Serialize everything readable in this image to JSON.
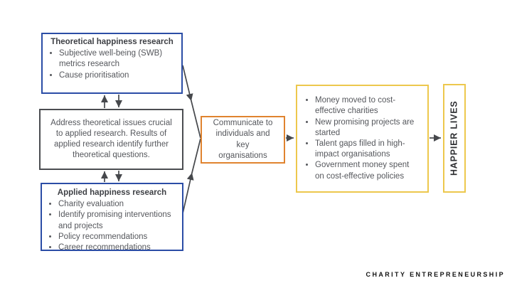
{
  "diagram": {
    "title": "Happiness research theory of change",
    "colors": {
      "research_border": "#2b4da6",
      "exchange_border": "#4b4d51",
      "communicate_border": "#e0832f",
      "outcome_border": "#edc84d",
      "arrow": "#46484c",
      "body_text": "#55575c",
      "heading_text": "#3e4045"
    },
    "boxes": {
      "theoretical": {
        "title": "Theoretical happiness research",
        "bullets": [
          "Subjective well-being (SWB) metrics research",
          "Cause prioritisation"
        ]
      },
      "exchange": {
        "text": "Address theoretical issues crucial to applied research. Results of applied research identify further theoretical questions."
      },
      "applied": {
        "title": "Applied happiness research",
        "bullets": [
          "Charity evaluation",
          "Identify promising interventions and projects",
          "Policy recommendations",
          "Career recommendations"
        ]
      },
      "communicate": {
        "text": "Communicate to individuals and key organisations"
      },
      "outcomes": {
        "bullets": [
          "Money moved to cost-effective charities",
          "New promising projects are started",
          "Talent gaps filled in high-impact organisations",
          "Government money spent on cost-effective policies"
        ]
      },
      "happier": {
        "text": "HAPPIER LIVES"
      }
    },
    "footer": "CHARITY ENTREPRENEURSHIP"
  }
}
